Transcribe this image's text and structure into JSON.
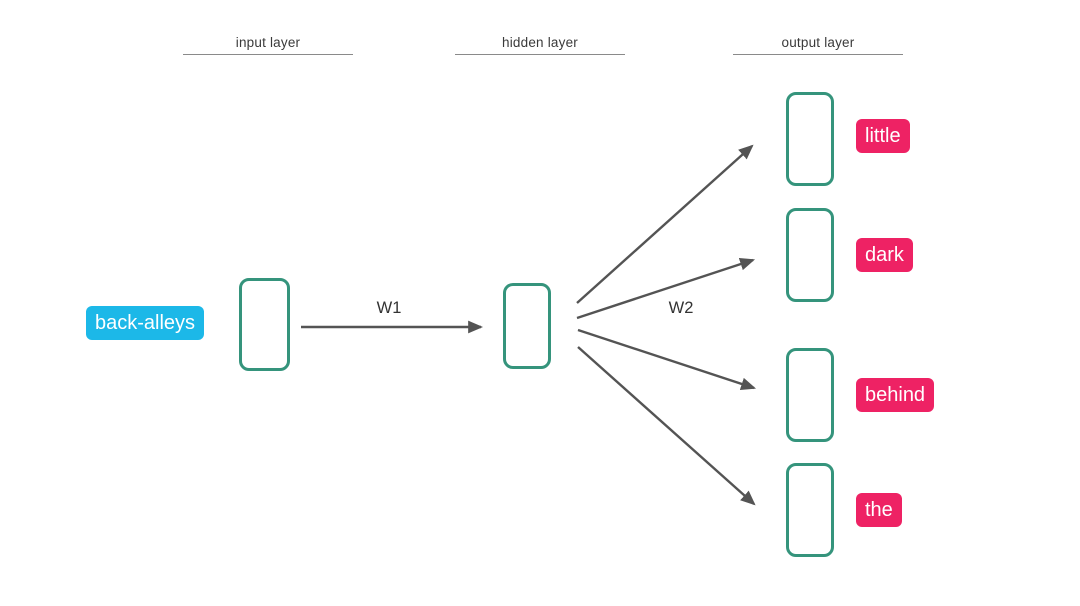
{
  "diagram": {
    "headers": [
      {
        "label": "input layer"
      },
      {
        "label": "hidden layer"
      },
      {
        "label": "output layer"
      }
    ],
    "input_word": {
      "label": "back-alleys"
    },
    "weights": {
      "w1": "W1",
      "w2": "W2"
    },
    "output_words": [
      {
        "label": "little"
      },
      {
        "label": "dark"
      },
      {
        "label": "behind"
      },
      {
        "label": "the"
      }
    ],
    "colors": {
      "input_badge": "#1cb8e8",
      "output_badge": "#ee2264",
      "node_border": "#35947c",
      "arrow": "#545454",
      "header_text": "#3a3a3a",
      "background": "#ffffff"
    }
  }
}
